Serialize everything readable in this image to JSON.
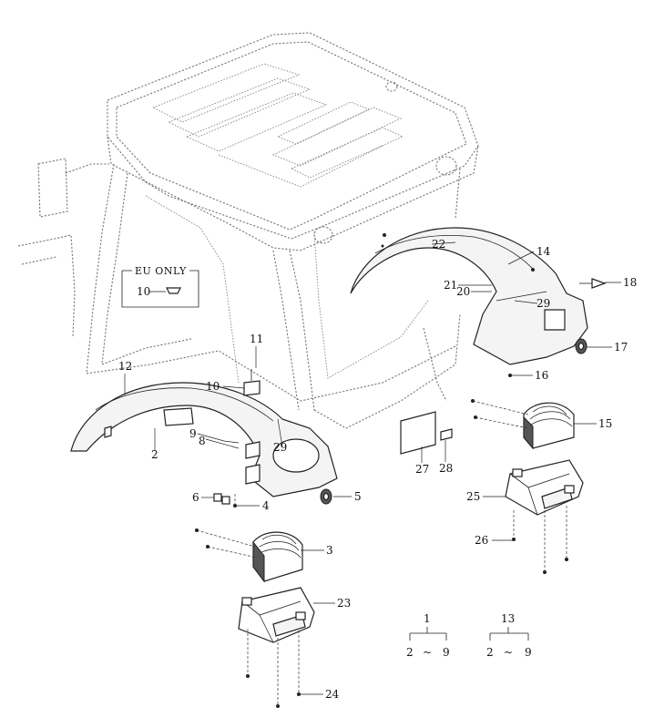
{
  "eu_box": {
    "title": "EU ONLY",
    "part": "10"
  },
  "callouts": [
    {
      "id": "c22",
      "label": "22"
    },
    {
      "id": "c14",
      "label": "14"
    },
    {
      "id": "c18",
      "label": "18"
    },
    {
      "id": "c21",
      "label": "21"
    },
    {
      "id": "c20",
      "label": "20"
    },
    {
      "id": "c29a",
      "label": "29"
    },
    {
      "id": "c17",
      "label": "17"
    },
    {
      "id": "c16",
      "label": "16"
    },
    {
      "id": "c15",
      "label": "15"
    },
    {
      "id": "c11",
      "label": "11"
    },
    {
      "id": "c12",
      "label": "12"
    },
    {
      "id": "c10",
      "label": "10"
    },
    {
      "id": "c9",
      "label": "9"
    },
    {
      "id": "c8",
      "label": "8"
    },
    {
      "id": "c29b",
      "label": "29"
    },
    {
      "id": "c2",
      "label": "2"
    },
    {
      "id": "c27",
      "label": "27"
    },
    {
      "id": "c28",
      "label": "28"
    },
    {
      "id": "c25",
      "label": "25"
    },
    {
      "id": "c5",
      "label": "5"
    },
    {
      "id": "c6",
      "label": "6"
    },
    {
      "id": "c4",
      "label": "4"
    },
    {
      "id": "c3",
      "label": "3"
    },
    {
      "id": "c26",
      "label": "26"
    },
    {
      "id": "c23",
      "label": "23"
    },
    {
      "id": "c24",
      "label": "24"
    }
  ],
  "assemblies": [
    {
      "parent": "1",
      "from": "2",
      "tilde": "~",
      "to": "9"
    },
    {
      "parent": "13",
      "from": "2",
      "tilde": "~",
      "to": "9"
    }
  ]
}
